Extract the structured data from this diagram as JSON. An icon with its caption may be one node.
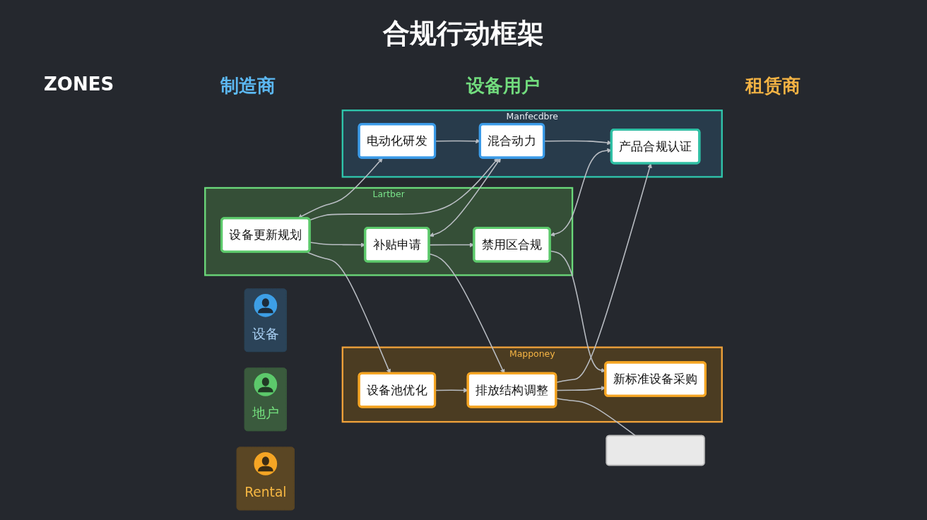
{
  "diagram": {
    "title": "合规行动框架",
    "nodes": [
      {
        "text": [
          "设备"
        ]
      },
      {
        "text": [
          "Manfecdbre"
        ]
      },
      {
        "text": [
          "电动化研发"
        ],
        "in": 1
      },
      {
        "text": [
          "混合动力"
        ],
        "in": 1
      },
      {
        "text": [
          "产品合规认证"
        ],
        "in": 1
      },
      {
        "text": [
          "地户"
        ]
      },
      {
        "text": [
          "Lartber"
        ]
      },
      {
        "text": [
          "设备更新规划"
        ],
        "in": 6
      },
      {
        "text": [
          "补贴申请"
        ],
        "in": 6
      },
      {
        "text": [
          "禁用区合规"
        ],
        "in": 6
      },
      {
        "text": [
          "Rental"
        ]
      },
      {
        "text": [
          "Mapponey"
        ]
      },
      {
        "text": [
          "设备池优化"
        ],
        "in": 11
      },
      {
        "text": [
          "排放结构调整"
        ],
        "in": 11
      },
      {
        "text": [
          "新标准设备采购"
        ],
        "in": 11
      },
      {
        "text": [],
        "shape": "box"
      }
    ],
    "edges": [
      {
        "from": 2,
        "to": 3,
        "arrow": "to"
      },
      {
        "from": 3,
        "to": 4,
        "arrow": "to"
      },
      {
        "from": 7,
        "to": 2,
        "arrow": "both"
      },
      {
        "from": 8,
        "to": 3,
        "arrow": "both"
      },
      {
        "from": 9,
        "to": 4,
        "arrow": "both"
      },
      {
        "from": 7,
        "to": 3,
        "arrow": "to"
      },
      {
        "from": 13,
        "to": 4,
        "arrow": "to"
      },
      {
        "from": 7,
        "to": 8,
        "arrow": "to"
      },
      {
        "from": 8,
        "to": 9,
        "arrow": "to"
      },
      {
        "from": 7,
        "to": 12,
        "arrow": "to"
      },
      {
        "from": 8,
        "to": 13,
        "arrow": "to"
      },
      {
        "from": 9,
        "to": 14,
        "arrow": "to"
      },
      {
        "from": 12,
        "to": 13,
        "arrow": "to"
      },
      {
        "from": 13,
        "to": 14,
        "arrow": "to"
      },
      {
        "from": 13,
        "to": 15,
        "arrow": "none"
      }
    ],
    "labels": [
      "ZONES",
      "制造商",
      "设备用户",
      "租赁商"
    ]
  }
}
